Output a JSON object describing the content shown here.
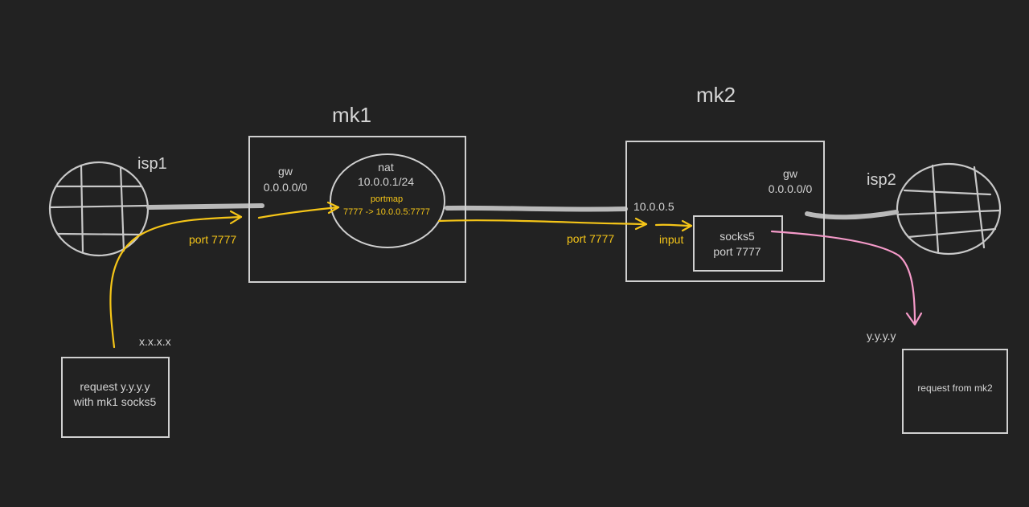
{
  "colors": {
    "background": "#222222",
    "lines": "#d0d0d0",
    "wire": "#b9b9b9",
    "flow": "#f5c518",
    "exit_flow": "#f59ac9"
  },
  "isp1": {
    "label": "isp1"
  },
  "isp2": {
    "label": "isp2"
  },
  "mk1": {
    "title": "mk1",
    "gw_label": "gw",
    "gw_route": "0.0.0.0/0",
    "nat_label": "nat",
    "nat_subnet": "10.0.0.1/24",
    "portmap_label": "portmap",
    "portmap_rule": "7777 -> 10.0.0.5:7777"
  },
  "mk2": {
    "title": "mk2",
    "gw_label": "gw",
    "gw_route": "0.0.0.0/0",
    "ip": "10.0.0.5",
    "input_label": "input",
    "socks_label": "socks5",
    "socks_port": "port 7777"
  },
  "flow_labels": {
    "isp1_port": "port 7777",
    "mk2_port": "port 7777"
  },
  "client": {
    "address": "x.x.x.x",
    "request_line1": "request y.y.y.y",
    "request_line2": "with mk1 socks5"
  },
  "target": {
    "address": "y.y.y.y",
    "request": "request from mk2"
  }
}
